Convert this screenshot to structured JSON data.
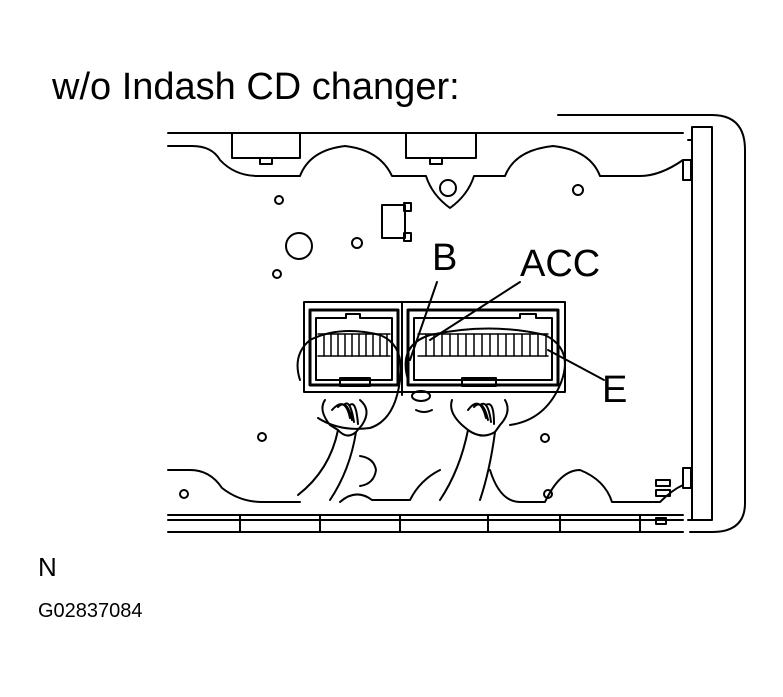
{
  "title": "w/o Indash CD changer:",
  "callouts": {
    "b": "B",
    "acc": "ACC",
    "e": "E"
  },
  "footer": {
    "code": "N",
    "figure_id": "G02837084"
  }
}
